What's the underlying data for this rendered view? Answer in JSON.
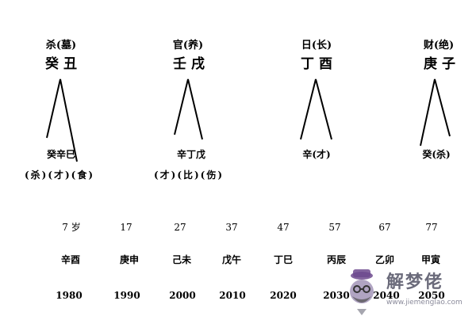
{
  "pillars": [
    {
      "label": "杀(墓)",
      "ganzhi": "癸丑",
      "hidden": "癸辛巳",
      "sub": "(杀)(才)(食)"
    },
    {
      "label": "官(养)",
      "ganzhi": "壬戌",
      "hidden": "辛丁戊",
      "sub": "(才)(比)(伤)"
    },
    {
      "label": "日(长)",
      "ganzhi": "丁酉",
      "hidden": "辛(才)",
      "sub": ""
    },
    {
      "label": "财(绝)",
      "ganzhi": "庚子",
      "hidden": "癸(杀)",
      "sub": ""
    }
  ],
  "dayun": [
    {
      "age": "7 岁",
      "ganzhi": "辛酉",
      "year": "1980"
    },
    {
      "age": "17",
      "ganzhi": "庚申",
      "year": "1990"
    },
    {
      "age": "27",
      "ganzhi": "己未",
      "year": "2000"
    },
    {
      "age": "37",
      "ganzhi": "戊午",
      "year": "2010"
    },
    {
      "age": "47",
      "ganzhi": "丁巳",
      "year": "2020"
    },
    {
      "age": "57",
      "ganzhi": "丙辰",
      "year": "2030"
    },
    {
      "age": "67",
      "ganzhi": "乙卯",
      "year": "2040"
    },
    {
      "age": "77",
      "ganzhi": "甲寅",
      "year": "2050"
    }
  ],
  "watermark": {
    "name": "解梦佬",
    "url": "www.jiemenglao.com",
    "icon": "mascot-icon"
  }
}
